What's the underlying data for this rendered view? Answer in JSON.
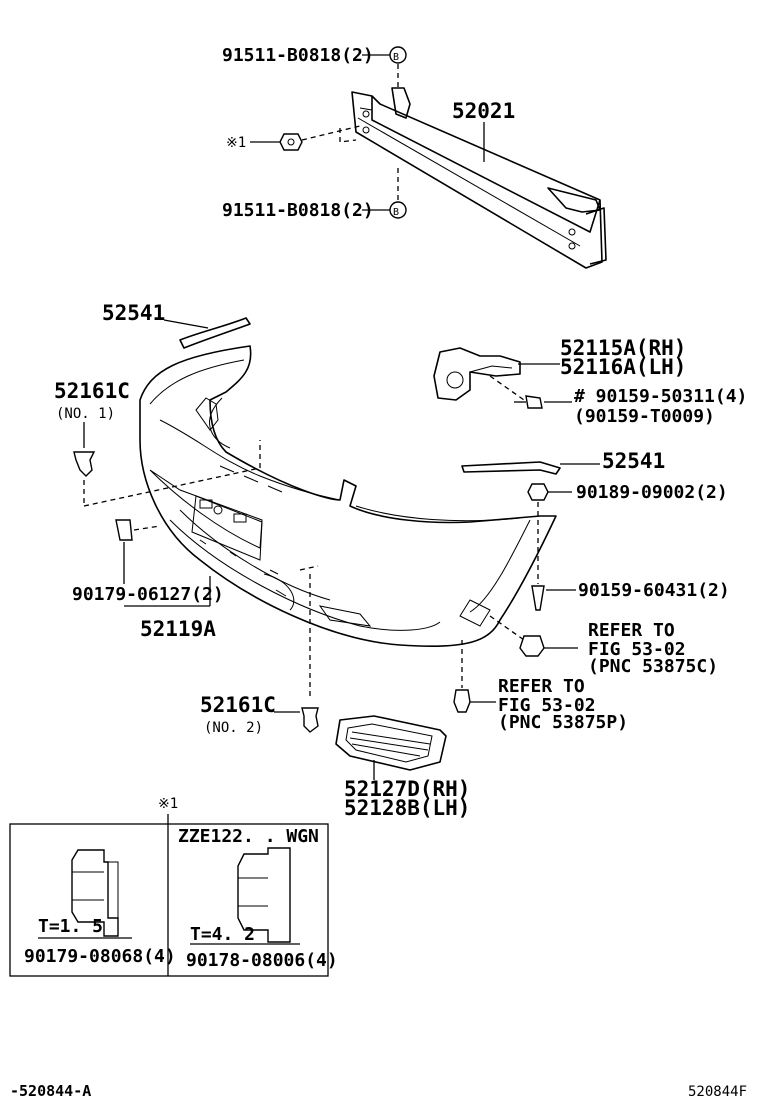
{
  "labels": {
    "bolt_top": "91511-B0818(2)",
    "bolt_bottom": "91511-B0818(2)",
    "mark_ref": "※1",
    "reinforcement": "52021",
    "molding_left": "52541",
    "retainer_rh": "52115A(RH)",
    "retainer_lh": "52116A(LH)",
    "clip_no1": "52161C",
    "clip_no1_sub": "(NO. 1)",
    "screw_1": "# 90159-50311(4)",
    "screw_1_alt": "(90159-T0009)",
    "molding_right": "52541",
    "nut_right": "90189-09002(2)",
    "nut_plate": "90179-06127(2)",
    "cover": "52119A",
    "screw_2": "90159-60431(2)",
    "refer1_a": "REFER TO",
    "refer1_b": "FIG 53-02",
    "refer1_c": "(PNC 53875C)",
    "refer2_a": "REFER TO",
    "refer2_b": "FIG 53-02",
    "refer2_c": "(PNC 53875P)",
    "clip_no2": "52161C",
    "clip_no2_sub": "(NO. 2)",
    "grille_rh": "52127D(RH)",
    "grille_lh": "52128B(LH)",
    "detail_mark": "※1",
    "wgn_label": "ZZE122. . WGN",
    "thickness_1": "T=1. 5",
    "thickness_2": "T=4. 2",
    "nut_a": "90179-08068(4)",
    "nut_b": "90178-08006(4)",
    "footer_left": "-520844-A",
    "footer_right": "520844F"
  },
  "icons": [
    "bolt-b-icon",
    "nut-icon",
    "clip-icon",
    "screw-icon"
  ]
}
